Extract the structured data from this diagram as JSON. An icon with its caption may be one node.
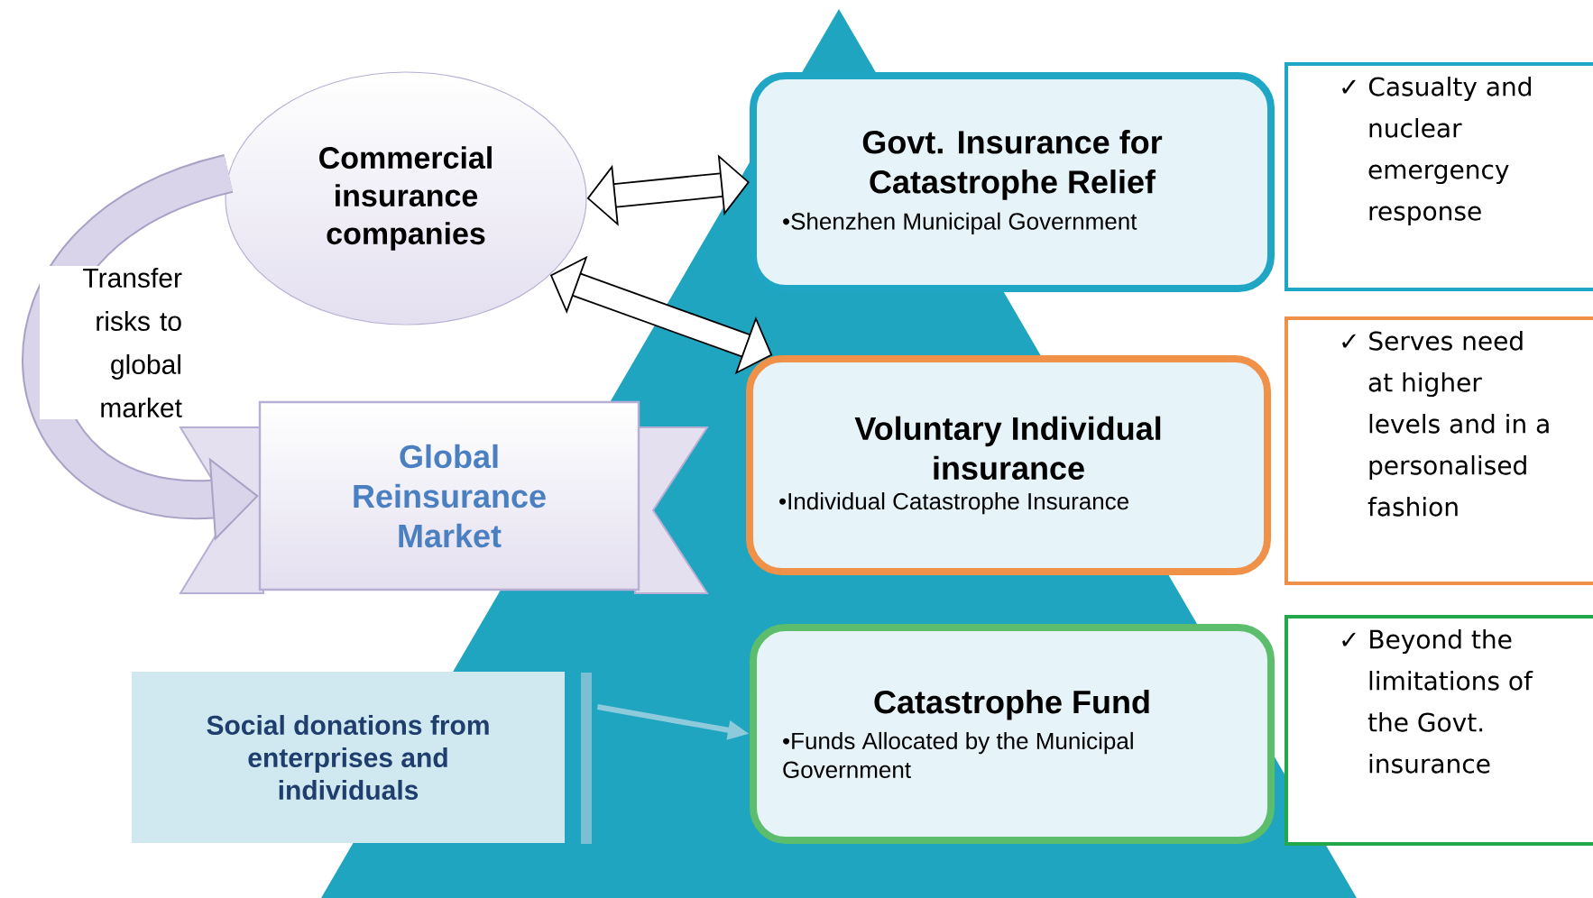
{
  "diagram": {
    "nodes": [
      {
        "text": [
          "Commercial insurance companies"
        ]
      },
      {
        "text": [
          "Global Reinsurance Market"
        ]
      },
      {
        "text": [
          "Social donations from enterprises and individuals"
        ]
      },
      {
        "text": [
          "Govt. Insurance for Catastrophe Relief",
          "•Shenzhen Municipal Government"
        ]
      },
      {
        "text": [
          "Voluntary Individual insurance",
          "•Individual Catastrophe Insurance"
        ]
      },
      {
        "text": [
          "Catastrophe Fund",
          "•Funds Allocated by the Municipal Government"
        ]
      },
      {
        "text": [
          "✓ Casualty and nuclear emergency response"
        ]
      },
      {
        "text": [
          "✓ Serves need at higher levels and in a personalised fashion"
        ]
      },
      {
        "text": [
          "✓ Beyond the limitations of the Govt. insurance"
        ]
      }
    ],
    "edges": [
      {
        "from": 0,
        "to": 3,
        "arrow": "both"
      },
      {
        "from": 0,
        "to": 4,
        "arrow": "both"
      },
      {
        "from": 0,
        "to": 1,
        "arrow": "to",
        "label": "Transfer risks to global market",
        "color": "#a9a1c6"
      },
      {
        "from": 2,
        "to": 5,
        "arrow": "to",
        "color": "#8ccadc"
      }
    ]
  }
}
